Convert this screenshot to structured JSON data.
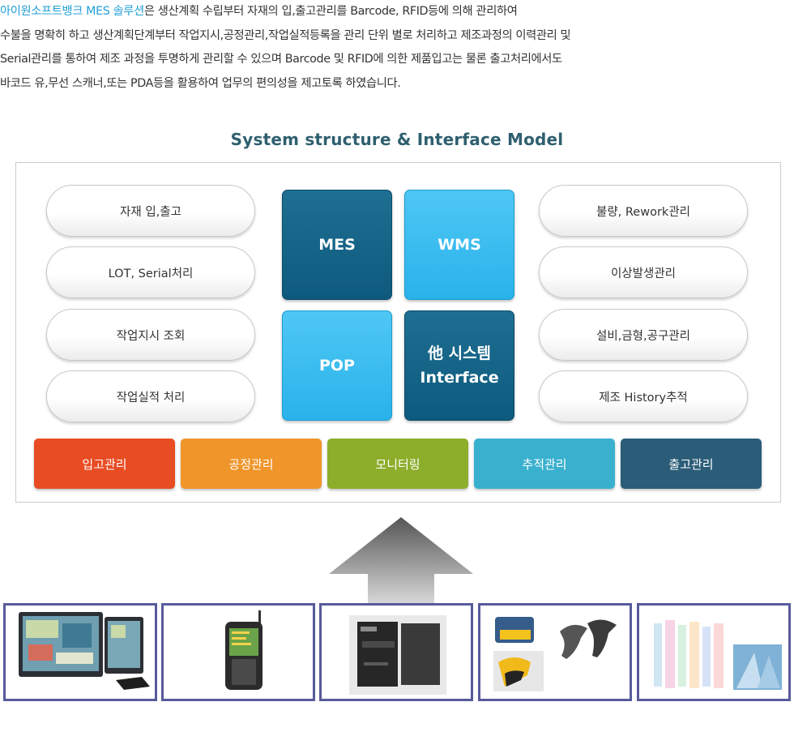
{
  "intro": {
    "brand": "아이원소프트뱅크 MES 솔루션",
    "line1_rest": "은 생산계획 수립부터 자재의 입,출고관리를 Barcode, RFID등에 의해 관리하여",
    "line2": "수불을 명확히 하고 생산계획단계부터 작업지시,공정관리,작업실적등록을 관리 단위 별로 처리하고 제조과정의 이력관리 및",
    "line3": "Serial관리를 통하여 제조 과정을 투명하게 관리할 수 있으며 Barcode 및 RFID에 의한 제품입고는 물론 출고처리에서도",
    "line4": "바코드 유,무선 스캐너,또는 PDA등을 활용하여 업무의 편의성을 제고토록 하였습니다."
  },
  "title": "System structure & Interface Model",
  "left_items": [
    "자재 입,출고",
    "LOT, Serial처리",
    "작업지시 조회",
    "작업실적 처리"
  ],
  "right_items": [
    "불량, Rework관리",
    "이상발생관리",
    "설비,금형,공구관리",
    "제조 History추적"
  ],
  "tiles": {
    "mes": "MES",
    "wms": "WMS",
    "pop": "POP",
    "other_line1": "他 시스템",
    "other_line2": "Interface"
  },
  "bottom_bar": [
    {
      "label": "입고관리",
      "color": "#e84c23"
    },
    {
      "label": "공정관리",
      "color": "#f0952a"
    },
    {
      "label": "모니터링",
      "color": "#8dae2b"
    },
    {
      "label": "추적관리",
      "color": "#3ab0cf"
    },
    {
      "label": "출고관리",
      "color": "#2b5d78"
    }
  ],
  "devices": [
    "touch-panel-pc-image",
    "pda-terminal-image",
    "barcode-printer-image",
    "barcode-scanner-image",
    "barcode-label-image"
  ],
  "colors": {
    "brand": "#23a0d6",
    "title": "#2f5f6f",
    "device_border": "#575a99"
  }
}
